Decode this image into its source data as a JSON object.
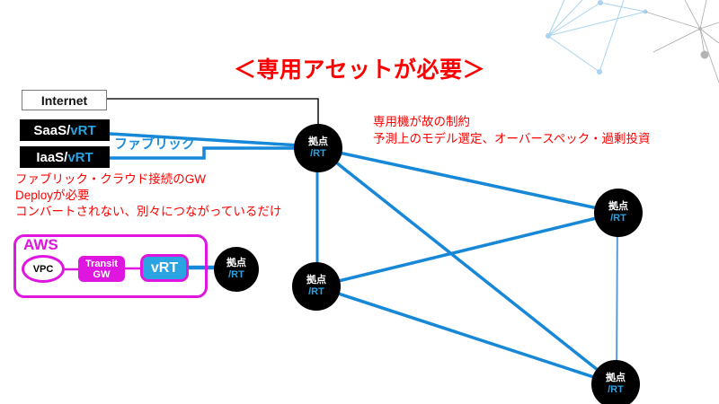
{
  "title": "＜専用アセットが必要＞",
  "left_panel": {
    "internet": "Internet",
    "saas_prefix": "SaaS/",
    "iaas_prefix": "IaaS/",
    "vrt": "vRT",
    "fabric": "ファブリック"
  },
  "notes": {
    "left": [
      "ファブリック・クラウド接続のGW",
      "Deployが必要",
      "コンバートされない、別々につながっているだけ"
    ],
    "right": [
      "専用機が故の制約",
      "予測上のモデル選定、オーバースペック・過剰投資"
    ]
  },
  "aws": {
    "label": "AWS",
    "vpc": "VPC",
    "transit_gw": "Transit GW",
    "vrt": "vRT"
  },
  "node": {
    "site": "拠点",
    "rt": "/RT"
  },
  "colors": {
    "accent_red": "#FF0000",
    "edge_blue": "#1788D8",
    "vrt_blue": "#29A3E2",
    "magenta": "#DF16DF",
    "thin_edge_blue": "#5B9BD5",
    "node_black": "#000000",
    "decor_light_blue": "#A9D3EE",
    "decor_gray": "#ABABAB"
  }
}
